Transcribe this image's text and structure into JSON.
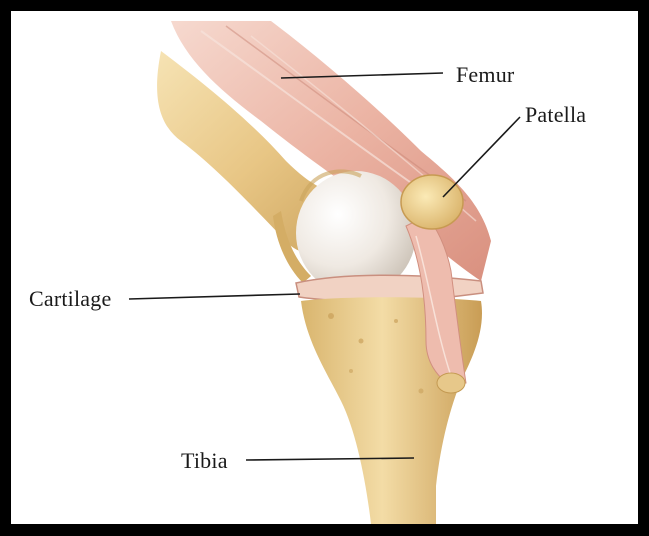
{
  "figure": {
    "labels": {
      "femur": "Femur",
      "patella": "Patella",
      "cartilage": "Cartilage",
      "tibia": "Tibia"
    }
  },
  "colors": {
    "border": "#000000",
    "background": "#ffffff",
    "bone": "#e9c98a",
    "bone_shadow": "#c9a35c",
    "muscle": "#ebb7a8",
    "muscle_dark": "#d58f7f",
    "cartilage": "#f1ece4",
    "leader_line": "#1a1a1a"
  }
}
